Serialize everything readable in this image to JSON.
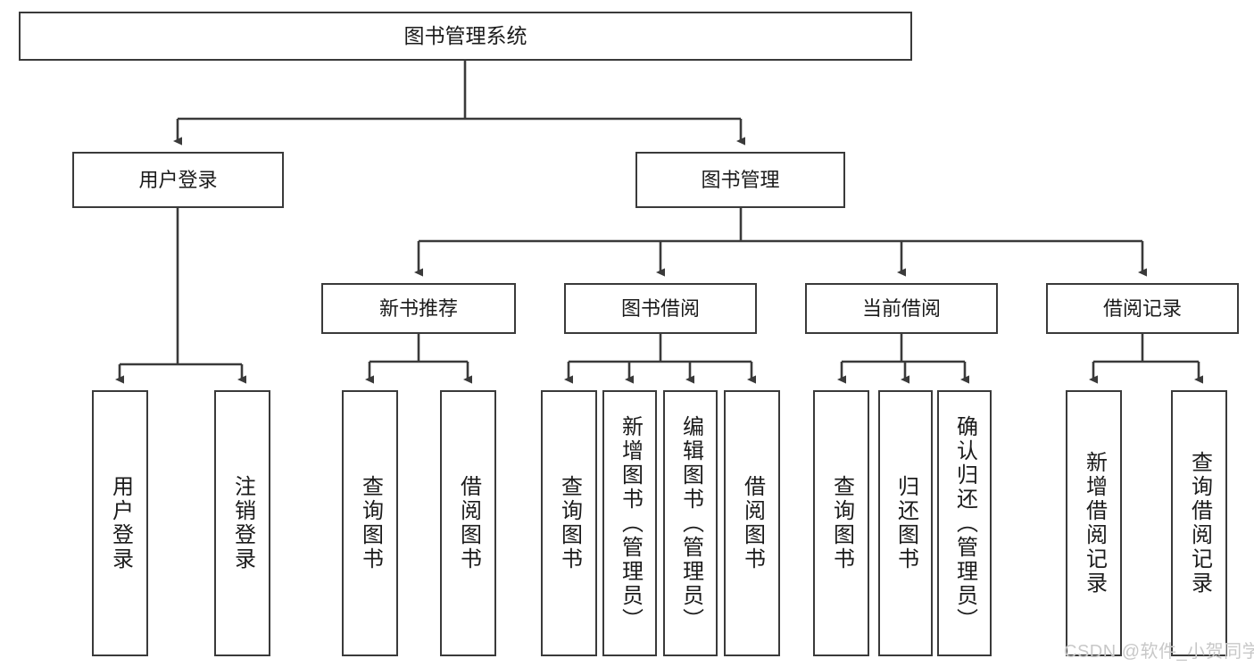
{
  "diagram": {
    "title": "图书管理系统",
    "type": "tree",
    "colors": {
      "box_border": "#3a3a3a",
      "box_fill": "#ffffff",
      "edge": "#3a3a3a",
      "text": "#1b1b1b",
      "watermark": "#c8c8c8",
      "background": "#ffffff"
    },
    "nodes": {
      "root": {
        "label": "图书管理系统"
      },
      "level2": [
        {
          "label": "用户登录"
        },
        {
          "label": "图书管理"
        }
      ],
      "level3": [
        {
          "label": "新书推荐"
        },
        {
          "label": "图书借阅"
        },
        {
          "label": "当前借阅"
        },
        {
          "label": "借阅记录"
        }
      ],
      "leaves": {
        "user_login": [
          {
            "label": "用户登录"
          },
          {
            "label": "注销登录"
          }
        ],
        "new_book_recommend": [
          {
            "label": "查询图书"
          },
          {
            "label": "借阅图书"
          }
        ],
        "book_borrow": [
          {
            "label": "查询图书"
          },
          {
            "label": "新增图书（管理员）"
          },
          {
            "label": "编辑图书（管理员）"
          },
          {
            "label": "借阅图书"
          }
        ],
        "current_borrow": [
          {
            "label": "查询图书"
          },
          {
            "label": "归还图书"
          },
          {
            "label": "确认归还（管理员）"
          }
        ],
        "borrow_record": [
          {
            "label": "新增借阅记录"
          },
          {
            "label": "查询借阅记录"
          }
        ]
      }
    },
    "watermark": "CSDN @软件_小贺同学"
  }
}
